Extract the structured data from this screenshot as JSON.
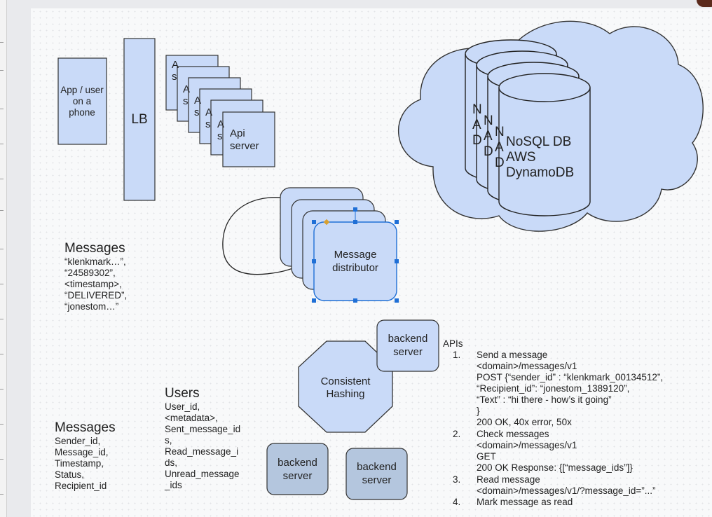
{
  "nodes": {
    "app": "App / user on a phone",
    "lb": "LB",
    "api_server_partial": [
      "A",
      "s"
    ],
    "api_server": "Api server",
    "db_partial": [
      "N",
      "A",
      "D"
    ],
    "db": [
      "NoSQL DB",
      "AWS",
      "DynamoDB"
    ],
    "distributor": [
      "Message",
      "distributor"
    ],
    "hashing": [
      "Consistent",
      "Hashing"
    ],
    "backend": [
      "backend",
      "server"
    ]
  },
  "messages_example": {
    "title": "Messages",
    "lines": [
      "“klenkmark…”,",
      "“24589302”,",
      "<timestamp>,",
      "“DELIVERED”,",
      "“jonestom…”"
    ]
  },
  "messages_schema": {
    "title": "Messages",
    "lines": [
      "Sender_id,",
      "Message_id,",
      "Timestamp,",
      "Status,",
      "Recipient_id"
    ]
  },
  "users_schema": {
    "title": "Users",
    "lines": [
      "User_id,",
      "<metadata>,",
      "Sent_message_id",
      "s,",
      "Read_message_i",
      "ds,",
      "Unread_message",
      "_ids"
    ]
  },
  "apis": {
    "title": "APIs",
    "items": [
      {
        "num": "1.",
        "lines": [
          "Send a message",
          "<domain>/messages/v1",
          "POST {“sender_id” : “klenkmark_00134512”,",
          "“Recipient_id”: “jonestom_1389120”,",
          "“Text” : “hi there - how’s it going”",
          "}",
          "200 OK, 40x error, 50x"
        ]
      },
      {
        "num": "2.",
        "lines": [
          "Check messages",
          "<domain>/messages/v1",
          "GET",
          "200 OK Response: {[“message_ids”]}"
        ]
      },
      {
        "num": "3.",
        "lines": [
          "Read message",
          "<domain>/messages/v1/?message_id=”...”"
        ]
      },
      {
        "num": "4.",
        "lines": [
          "Mark message as read"
        ]
      }
    ]
  },
  "colors": {
    "box_fill": "#c9daf8",
    "backend_fill": "#b4c6de",
    "canvas": "#f8f9fa",
    "selection": "#1f6fd6"
  }
}
